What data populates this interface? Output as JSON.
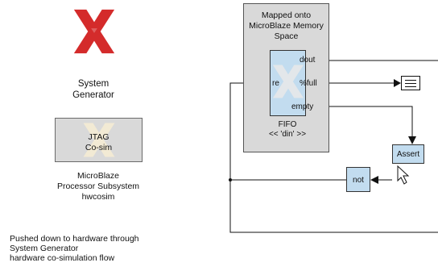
{
  "sysgen": {
    "line1": "System",
    "line2": "Generator"
  },
  "jtag_block": {
    "line1": "JTAG",
    "line2": "Co-sim"
  },
  "microblaze": {
    "line1": "MicroBlaze",
    "line2": "Processor Subsystem",
    "line3": "hwcosim"
  },
  "note": {
    "line1": "Pushed down to hardware through",
    "line2": "System Generator",
    "line3": "hardware co-simulation flow"
  },
  "mapped_region": {
    "line1": "Mapped onto",
    "line2": "MicroBlaze Memory",
    "line3": "Space"
  },
  "fifo": {
    "port_dout": "dout",
    "port_full": "%full",
    "port_empty": "empty",
    "port_re": "re",
    "name": "FIFO",
    "subtitle": "<< 'din' >>"
  },
  "assert_block": {
    "label": "Assert"
  },
  "not_block": {
    "label": "not"
  },
  "colors": {
    "xilinx_red": "#d42b2b",
    "block_blue": "#c2dcef",
    "region_gray": "#d9d9d9",
    "wire": "#111111"
  }
}
